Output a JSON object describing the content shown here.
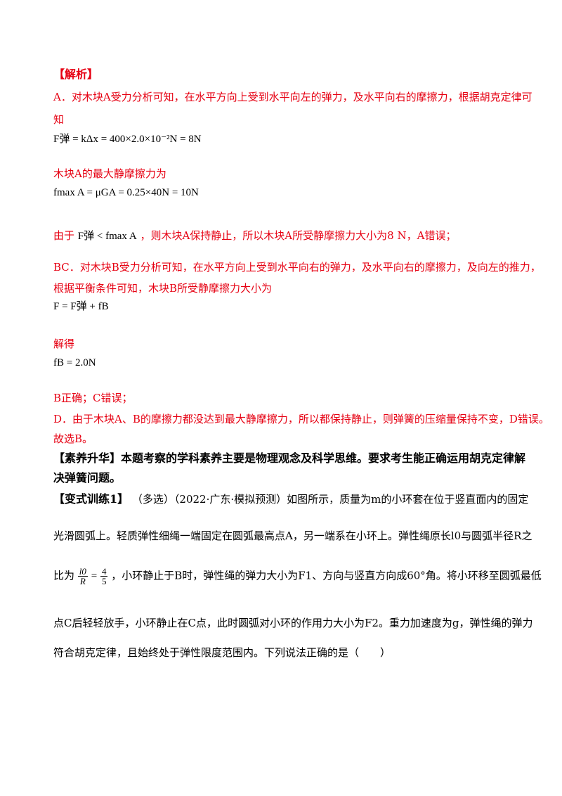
{
  "jiexi_label": "【解析】",
  "a_line1": "A．对木块A受力分析可知，在水平方向上受到水平向左的弹力，及水平向右的摩擦力，根据胡克定律可",
  "a_line2": "知",
  "eq1": "F弹 = kΔx = 400×2.0×10⁻²N = 8N",
  "max_friction_text": "木块A的最大静摩擦力为",
  "eq2": "fmax A = μGA = 0.25×40N = 10N",
  "since_prefix": "由于",
  "since_ineq": "F弹 < fmax A",
  "since_rest": "，则木块A保持静止，所以木块A所受静摩擦力大小为8 N，A错误；",
  "bc_line1": "BC．对木块B受力分析可知，在水平方向上受到水平向右的弹力，及水平向右的摩擦力，及向左的推力，",
  "bc_line2": "根据平衡条件可知，木块B所受静摩擦力大小为",
  "eq3": "F = F弹 + fB",
  "jiede": "解得",
  "eq4": "fB = 2.0N",
  "b_correct": "B正确；C错误；",
  "d_line": "D．由于木块A、B的摩擦力都没达到最大静摩擦力，所以都保持静止，则弹簧的压缩量保持不变，D错误。",
  "choose": "故选B。",
  "suyang_line1": "【素养升华】本题考察的学科素养主要是物理观念及科学思维。要求考生能正确运用胡克定律解",
  "suyang_line2": "决弹簧问题。",
  "bianshi_label": "【变式训练1】",
  "bianshi_rest": "（多选）（2022·广东·模拟预测）如图所示，质量为m的小环套在位于竖直面内的固定",
  "p_line2": "光滑圆弧上。轻质弹性细绳一端固定在圆弧最高点A，另一端系在小环上。弹性绳原长l0与圆弧半径R之",
  "p_line3_a": "比为",
  "p_frac_num": "l0",
  "p_frac_den": "R",
  "p_frac2_num": "4",
  "p_frac2_den": "5",
  "p_line3_b": "，小环静止于B时，弹性绳的弹力大小为F1、方向与竖直方向成60°角。将小环移至圆弧最低",
  "p_line4": "点C后轻轻放手，小环静止在C点，此时圆弧对小环的作用力大小为F2。重力加速度为g，弹性绳的弹力",
  "p_line5": "符合胡克定律，且始终处于弹性限度范围内。下列说法正确的是（　　）"
}
